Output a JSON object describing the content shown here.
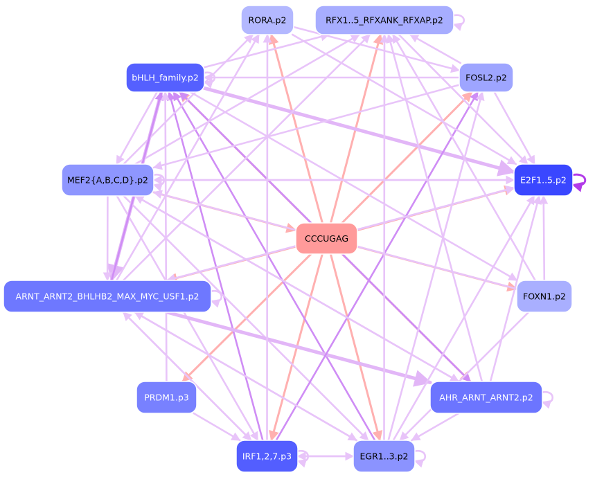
{
  "nodes": [
    {
      "id": "rora",
      "label": "RORA.p2",
      "color": "#b3b8ff",
      "text_color": "#000000"
    },
    {
      "id": "rfx",
      "label": "RFX1..5_RFXANK_RFXAP.p2",
      "color": "#a7adff",
      "text_color": "#000000"
    },
    {
      "id": "bhlh",
      "label": "bHLH_family.p2",
      "color": "#5560ff",
      "text_color": "#ffffff"
    },
    {
      "id": "fosl2",
      "label": "FOSL2.p2",
      "color": "#9ea5ff",
      "text_color": "#000000"
    },
    {
      "id": "mef2",
      "label": "MEF2{A,B,C,D}.p2",
      "color": "#8e96ff",
      "text_color": "#000000"
    },
    {
      "id": "e2f",
      "label": "E2F1..5.p2",
      "color": "#3a47ff",
      "text_color": "#ffffff"
    },
    {
      "id": "cccugag",
      "label": "CCCUGAG",
      "color": "#ff9a9a",
      "text_color": "#000000"
    },
    {
      "id": "arnt",
      "label": "ARNT_ARNT2_BHLHB2_MAX_MYC_USF1.p2",
      "color": "#6e78ff",
      "text_color": "#ffffff"
    },
    {
      "id": "foxn1",
      "label": "FOXN1.p2",
      "color": "#a9afff",
      "text_color": "#000000"
    },
    {
      "id": "prdm1",
      "label": "PRDM1.p3",
      "color": "#7881ff",
      "text_color": "#ffffff"
    },
    {
      "id": "ahr",
      "label": "AHR_ARNT_ARNT2.p2",
      "color": "#6c75ff",
      "text_color": "#ffffff"
    },
    {
      "id": "irf",
      "label": "IRF1,2,7.p3",
      "color": "#535eff",
      "text_color": "#ffffff"
    },
    {
      "id": "egr",
      "label": "EGR1..3.p2",
      "color": "#8b93ff",
      "text_color": "#000000"
    }
  ],
  "edges": [
    {
      "from": "cccugag",
      "to": "rora",
      "kind": "red"
    },
    {
      "from": "cccugag",
      "to": "rfx",
      "kind": "red"
    },
    {
      "from": "cccugag",
      "to": "bhlh",
      "kind": "red"
    },
    {
      "from": "cccugag",
      "to": "fosl2",
      "kind": "red"
    },
    {
      "from": "cccugag",
      "to": "e2f",
      "kind": "red"
    },
    {
      "from": "cccugag",
      "to": "arnt",
      "kind": "red"
    },
    {
      "from": "cccugag",
      "to": "prdm1",
      "kind": "red"
    },
    {
      "from": "cccugag",
      "to": "ahr",
      "kind": "red"
    },
    {
      "from": "cccugag",
      "to": "irf",
      "kind": "red"
    },
    {
      "from": "cccugag",
      "to": "egr",
      "kind": "red"
    },
    {
      "from": "cccugag",
      "to": "foxn1",
      "kind": "red"
    },
    {
      "from": "mef2",
      "to": "cccugag",
      "kind": "red"
    },
    {
      "from": "bhlh",
      "to": "e2f",
      "kind": "strong"
    },
    {
      "from": "bhlh",
      "to": "arnt",
      "kind": "strong"
    },
    {
      "from": "bhlh",
      "to": "ahr",
      "kind": "purple"
    },
    {
      "from": "bhlh",
      "to": "mef2",
      "kind": "light"
    },
    {
      "from": "bhlh",
      "to": "rfx",
      "kind": "light"
    },
    {
      "from": "bhlh",
      "to": "foxn1",
      "kind": "light"
    },
    {
      "from": "irf",
      "to": "bhlh",
      "kind": "purple"
    },
    {
      "from": "egr",
      "to": "bhlh",
      "kind": "purple"
    },
    {
      "from": "ahr",
      "to": "bhlh",
      "kind": "purple"
    },
    {
      "from": "fosl2",
      "to": "bhlh",
      "kind": "light"
    },
    {
      "from": "mef2",
      "to": "e2f",
      "kind": "light"
    },
    {
      "from": "mef2",
      "to": "arnt",
      "kind": "light"
    },
    {
      "from": "mef2",
      "to": "egr",
      "kind": "light"
    },
    {
      "from": "mef2",
      "to": "ahr",
      "kind": "light"
    },
    {
      "from": "mef2",
      "to": "irf",
      "kind": "light"
    },
    {
      "from": "mef2",
      "to": "rfx",
      "kind": "light"
    },
    {
      "from": "mef2",
      "to": "rora",
      "kind": "light"
    },
    {
      "from": "arnt",
      "to": "rora",
      "kind": "light"
    },
    {
      "from": "arnt",
      "to": "rfx",
      "kind": "light"
    },
    {
      "from": "arnt",
      "to": "e2f",
      "kind": "light"
    },
    {
      "from": "arnt",
      "to": "ahr",
      "kind": "strong"
    },
    {
      "from": "arnt",
      "to": "irf",
      "kind": "light"
    },
    {
      "from": "arnt",
      "to": "egr",
      "kind": "light"
    },
    {
      "from": "arnt",
      "to": "bhlh",
      "kind": "purple"
    },
    {
      "from": "prdm1",
      "to": "bhlh",
      "kind": "light"
    },
    {
      "from": "prdm1",
      "to": "irf",
      "kind": "light"
    },
    {
      "from": "irf",
      "to": "egr",
      "kind": "light"
    },
    {
      "from": "irf",
      "to": "fosl2",
      "kind": "purple"
    },
    {
      "from": "irf",
      "to": "rora",
      "kind": "light"
    },
    {
      "from": "irf",
      "to": "arnt",
      "kind": "light"
    },
    {
      "from": "egr",
      "to": "e2f",
      "kind": "light"
    },
    {
      "from": "egr",
      "to": "fosl2",
      "kind": "light"
    },
    {
      "from": "egr",
      "to": "rfx",
      "kind": "light"
    },
    {
      "from": "egr",
      "to": "arnt",
      "kind": "light"
    },
    {
      "from": "egr",
      "to": "irf",
      "kind": "light"
    },
    {
      "from": "ahr",
      "to": "e2f",
      "kind": "light"
    },
    {
      "from": "ahr",
      "to": "rfx",
      "kind": "light"
    },
    {
      "from": "ahr",
      "to": "egr",
      "kind": "light"
    },
    {
      "from": "ahr",
      "to": "mef2",
      "kind": "light"
    },
    {
      "from": "foxn1",
      "to": "e2f",
      "kind": "light"
    },
    {
      "from": "foxn1",
      "to": "rfx",
      "kind": "light"
    },
    {
      "from": "foxn1",
      "to": "egr",
      "kind": "light"
    },
    {
      "from": "foxn1",
      "to": "mef2",
      "kind": "light"
    },
    {
      "from": "fosl2",
      "to": "e2f",
      "kind": "light"
    },
    {
      "from": "fosl2",
      "to": "mef2",
      "kind": "light"
    },
    {
      "from": "fosl2",
      "to": "rfx",
      "kind": "light"
    },
    {
      "from": "rora",
      "to": "e2f",
      "kind": "light"
    },
    {
      "from": "rora",
      "to": "fosl2",
      "kind": "light"
    },
    {
      "from": "rfx",
      "to": "e2f",
      "kind": "light"
    },
    {
      "from": "e2f",
      "to": "mef2",
      "kind": "light"
    },
    {
      "from": "e2f",
      "to": "arnt",
      "kind": "light"
    }
  ],
  "self_loops": [
    "rfx",
    "bhlh",
    "mef2",
    "e2f",
    "arnt",
    "ahr",
    "irf",
    "egr"
  ],
  "colors": {
    "red": "#ffb0b0",
    "purple": "#cf8df5",
    "light": "#e8c4f9",
    "strong": "#e2b6f7",
    "e2f_loop": "#b23be8"
  }
}
